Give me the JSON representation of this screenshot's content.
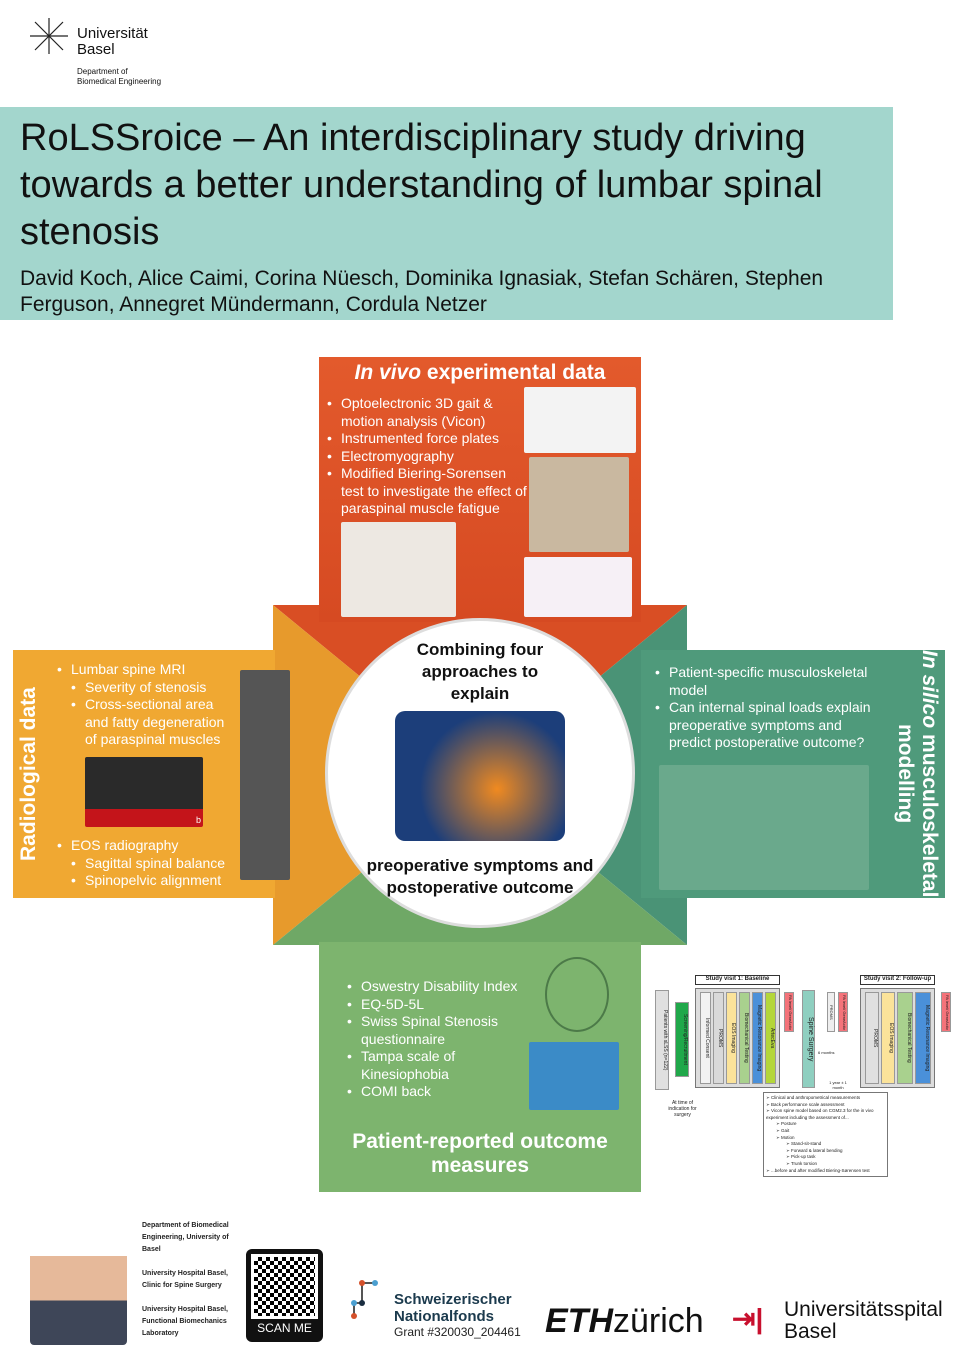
{
  "header": {
    "logo_name_line1": "Universität",
    "logo_name_line2": "Basel",
    "dept_line1": "Department of",
    "dept_line2": "Biomedical Engineering"
  },
  "title": "RoLSSroice – An interdisciplinary study driving towards a better understanding of lumbar spinal stenosis",
  "authors": "David Koch, Alice Caimi, Corina Nüesch, Dominika Ignasiak, Stefan Schären, Stephen Ferguson, Annegret Mündermann, Cordula Netzer",
  "in_vivo": {
    "title_italic": "In vivo",
    "title_rest": " experimental data",
    "items": [
      "Optoelectronic 3D gait & motion analysis (Vicon)",
      "Instrumented force plates",
      "Electromyography",
      "Modified Biering-Sorensen test to investigate the effect of paraspinal muscle fatigue"
    ]
  },
  "radiological": {
    "title": "Radiological data",
    "items": [
      {
        "t": "Lumbar spine MRI",
        "sub": false
      },
      {
        "t": "Severity of stenosis",
        "sub": true
      },
      {
        "t": "Cross-sectional area and fatty degeneration of paraspinal muscles",
        "sub": true
      },
      {
        "t": "EOS radiography",
        "sub": false
      },
      {
        "t": "Sagittal spinal balance",
        "sub": true
      },
      {
        "t": "Spinopelvic alignment",
        "sub": true
      }
    ],
    "mri_label": "b"
  },
  "in_silico": {
    "title_italic": "In silico",
    "title_rest": "musculoskeletal modelling",
    "items": [
      "Patient-specific musculoskeletal model",
      "Can internal spinal loads explain preoperative symptoms and predict postoperative outcome?"
    ]
  },
  "prom": {
    "title": "Patient-reported outcome measures",
    "items": [
      "Oswestry Disability Index",
      "EQ-5D-5L",
      "Swiss Spinal Stenosis questionnaire",
      "Tampa scale of Kinesiophobia",
      "COMI back"
    ]
  },
  "center": {
    "top": "Combining four approaches to explain",
    "bottom": "preoperative symptoms and postoperative outcome"
  },
  "flowchart": {
    "visit1": "Study visit 1: Baseline",
    "visit2": "Study visit 2: Follow-up",
    "patients": "Patients with sLSS (n=122)",
    "screening": "Screening/Recruitment",
    "time_note": "At time of indication for surgery",
    "v1_steps": [
      "Informed Consent",
      "PROMS",
      "EOS Imaging",
      "Biomechanical Testing",
      "Magnetic Resonance Imaging",
      "ArtecEva"
    ],
    "pa": "PA level/ GeneActiv",
    "surgery": "Spine Surgery",
    "proms": "PROMS",
    "six_months": "6 months",
    "one_year": "1 year ± 1 month",
    "v2_steps": [
      "PROMS",
      "EOS Imaging",
      "Biomechanical Testing",
      "Magnetic Resonance Imaging"
    ],
    "details": [
      {
        "t": "Clinical and anthropometrical measurements",
        "l": 0
      },
      {
        "t": "Back performance scale assessment",
        "l": 0
      },
      {
        "t": "Vicon spine model based on CGM2.3 for the in vivo experiment including the assessment of...",
        "l": 0
      },
      {
        "t": "Posture",
        "l": 1
      },
      {
        "t": "Gait",
        "l": 1
      },
      {
        "t": "Motion",
        "l": 1
      },
      {
        "t": "Stand-sit-stand",
        "l": 2
      },
      {
        "t": "Forward & lateral bending",
        "l": 2
      },
      {
        "t": "Pick-up task",
        "l": 2
      },
      {
        "t": "Trunk torsion",
        "l": 2
      },
      {
        "t": "...before and after modified Biering-Sørensen test",
        "l": 0
      }
    ]
  },
  "footer": {
    "affiliations": [
      "Department of Biomedical Engineering, University of Basel",
      "University Hospital Basel, Clinic for Spine Surgery",
      "University Hospital Basel, Functional Biomechanics Laboratory"
    ],
    "qr_label": "SCAN ME",
    "snf_line1": "Schweizerischer",
    "snf_line2": "Nationalfonds",
    "grant": "Grant #320030_204461",
    "eth_bold": "ETH",
    "eth_rest": "zürich",
    "usb_line1": "Universitätsspital",
    "usb_line2": "Basel"
  },
  "colors": {
    "title_band": "#a3d6cd",
    "in_vivo": "#e0552a",
    "radiological": "#f0a832",
    "in_silico": "#4f9a7b",
    "prom": "#7db46e"
  }
}
